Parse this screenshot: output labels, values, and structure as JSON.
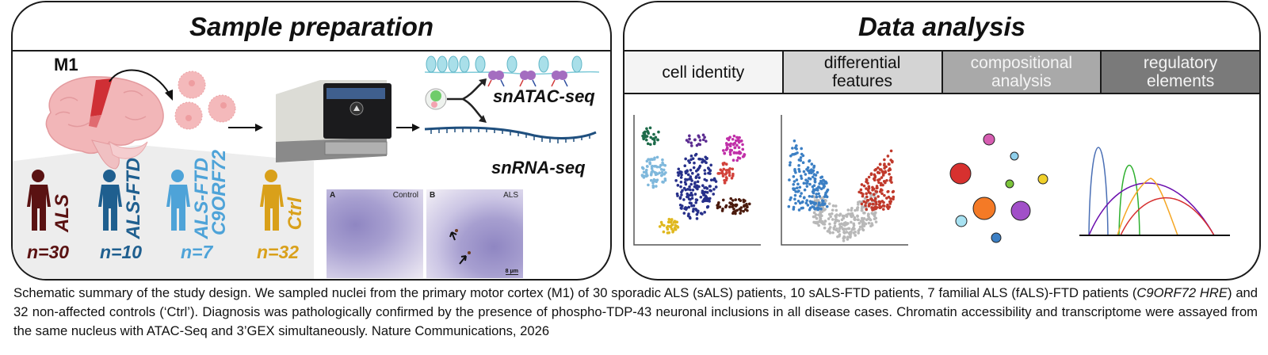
{
  "figure": {
    "left_panel": {
      "title": "Sample preparation",
      "region_label": "M1",
      "groups": [
        {
          "label": "ALS",
          "sublabel": "",
          "n": "n=30",
          "color": "#5a1212"
        },
        {
          "label": "ALS-FTD",
          "sublabel": "",
          "n": "n=10",
          "color": "#1f5f8f"
        },
        {
          "label": "ALS-FTD",
          "sublabel": "C9ORF72",
          "n": "n=7",
          "color": "#4ea3d8"
        },
        {
          "label": "Ctrl",
          "sublabel": "",
          "n": "n=32",
          "color": "#d9a01a"
        }
      ],
      "assays": {
        "atac": "snATAC-seq",
        "rna": "snRNA-seq"
      },
      "micrographs": [
        {
          "tag": "A",
          "name": "Control",
          "scale": ""
        },
        {
          "tag": "B",
          "name": "ALS",
          "scale": "8 μm"
        }
      ]
    },
    "right_panel": {
      "title": "Data analysis",
      "tabs": [
        {
          "line1": "cell identity",
          "line2": ""
        },
        {
          "line1": "differential",
          "line2": "features"
        },
        {
          "line1": "compositional",
          "line2": "analysis"
        },
        {
          "line1": "regulatory",
          "line2": "elements"
        }
      ],
      "colors": {
        "volcano_down": "#3b7fc4",
        "volcano_up": "#c0392b",
        "volcano_ns": "#b8b8b8"
      }
    }
  },
  "caption": {
    "part1": "Schematic summary of the study design. We sampled nuclei from the primary motor cortex (M1) of 30 sporadic ALS (sALS) patients, 10 sALS-FTD patients, 7 familial ALS (fALS)-FTD patients (",
    "italic": "C9ORF72 HRE",
    "part2": ") and 32 non-affected controls (‘Ctrl’). Diagnosis was pathologically confirmed by the presence of phospho-TDP-43 neuronal inclusions in all disease cases. Chromatin accessibility and transcriptome were assayed from the same nucleus with ATAC-Seq and 3’GEX simultaneously. Nature Communications, 2026"
  }
}
